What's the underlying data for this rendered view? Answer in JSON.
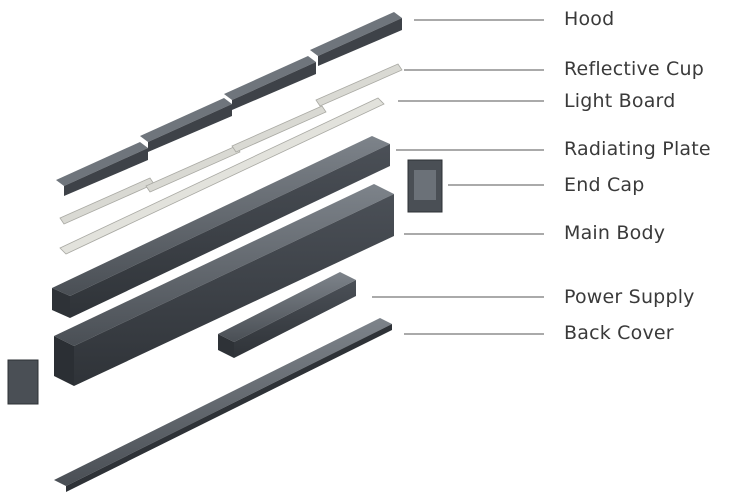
{
  "labels": {
    "hood": "Hood",
    "reflective_cup": "Reflective Cup",
    "light_board": "Light Board",
    "radiating_plate": "Radiating Plate",
    "end_cap": "End Cap",
    "main_body": "Main Body",
    "power_supply": "Power Supply",
    "back_cover": "Back Cover"
  },
  "colors": {
    "profile_dark": "#3d4147",
    "profile_mid": "#5a5f66",
    "profile_light": "#8a9096",
    "leader_line": "#555555",
    "pcb": "#dcdcd6",
    "led": "#f4f4f0"
  }
}
